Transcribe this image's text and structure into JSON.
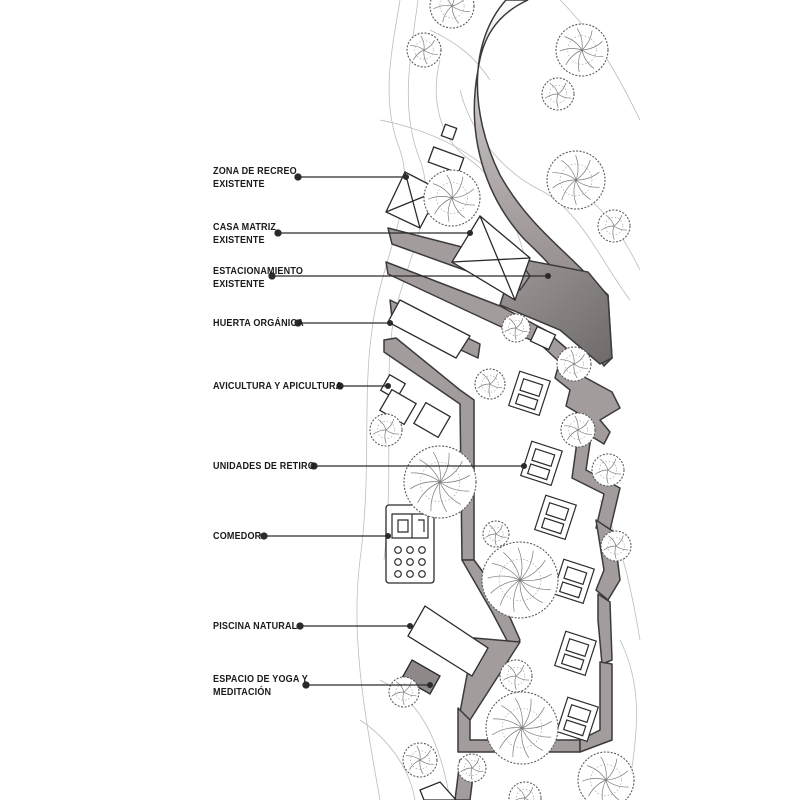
{
  "labels": [
    {
      "id": "zona-recreo",
      "lines": [
        "ZONA DE RECREO",
        "EXISTENTE"
      ]
    },
    {
      "id": "casa-matriz",
      "lines": [
        "CASA MATRIZ",
        "EXISTENTE"
      ]
    },
    {
      "id": "estacionamiento",
      "lines": [
        "ESTACIONAMIENTO",
        "EXISTENTE"
      ]
    },
    {
      "id": "huerta",
      "lines": [
        "HUERTA ORGÁNICA"
      ]
    },
    {
      "id": "avicultura",
      "lines": [
        "AVICULTURA Y APICULTURA"
      ]
    },
    {
      "id": "unidades-retiro",
      "lines": [
        "UNIDADES DE RETIRO"
      ]
    },
    {
      "id": "comedor",
      "lines": [
        "COMEDOR"
      ]
    },
    {
      "id": "piscina",
      "lines": [
        "PISCINA NATURAL"
      ]
    },
    {
      "id": "yoga",
      "lines": [
        "ESPACIO DE YOGA Y",
        "MEDITACIÓN"
      ]
    }
  ],
  "colors": {
    "path_fill": "#a29d9c",
    "path_stroke": "#3c3a3a",
    "ink": "#2b2b2b",
    "contour": "#b8b8b8",
    "tree": "#6a6a6a"
  }
}
